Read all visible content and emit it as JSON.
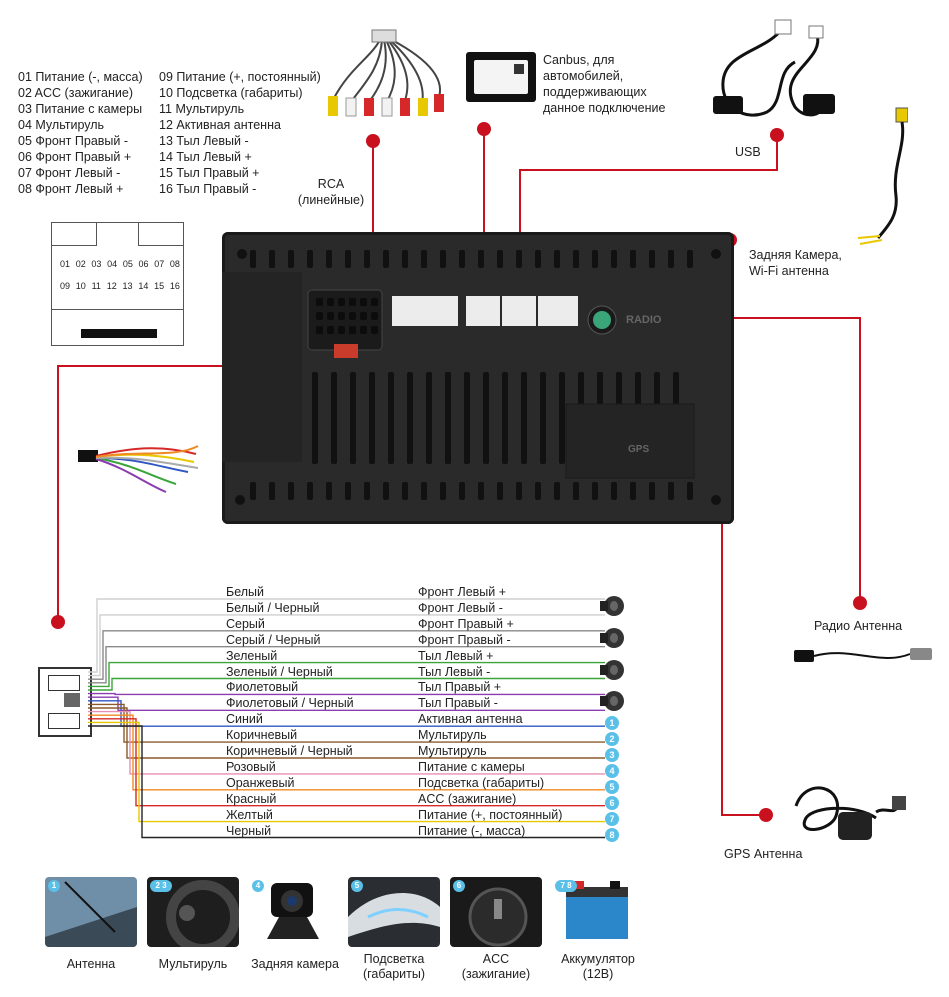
{
  "pins_left": [
    "01 Питание (-, масса)",
    "02 ACC (зажигание)",
    "03 Питание с камеры",
    "04 Мультируль",
    "05 Фронт Правый -",
    "06 Фронт Правый +",
    "07 Фронт Левый -",
    "08 Фронт Левый +"
  ],
  "pins_right": [
    "09 Питание (+, постоянный)",
    "10 Подсветка (габариты)",
    "11 Мультируль",
    "12 Активная антенна",
    "13 Тыл Левый -",
    "14 Тыл Левый +",
    "15 Тыл Правый +",
    "16 Тыл Правый -"
  ],
  "connector": {
    "row1": [
      "01",
      "02",
      "03",
      "04",
      "05",
      "06",
      "07",
      "08"
    ],
    "row2": [
      "09",
      "10",
      "11",
      "12",
      "13",
      "14",
      "15",
      "16"
    ]
  },
  "labels": {
    "rca_line1": "RCA",
    "rca_line2": "(линейные)",
    "canbus_line1": "Canbus, для",
    "canbus_line2": "автомобилей,",
    "canbus_line3": "поддерживающих",
    "canbus_line4": "данное подключение",
    "usb": "USB",
    "rear_cam_line1": "Задняя Камера,",
    "rear_cam_line2": "Wi-Fi антенна",
    "radio_antenna": "Радио Антенна",
    "gps_antenna": "GPS Антенна",
    "radio_mark": "RADIO",
    "gps_mark": "GPS"
  },
  "wires": [
    {
      "name": "Белый",
      "func": "Фронт Левый +",
      "color": "#cfcfcf",
      "marker": "speaker"
    },
    {
      "name": "Белый / Черный",
      "func": "Фронт Левый -",
      "color": "#cfcfcf",
      "marker": "speaker"
    },
    {
      "name": "Серый",
      "func": "Фронт Правый +",
      "color": "#8a8a8a",
      "marker": "speaker"
    },
    {
      "name": "Серый / Черный",
      "func": "Фронт Правый -",
      "color": "#8a8a8a",
      "marker": "speaker"
    },
    {
      "name": "Зеленый",
      "func": "Тыл Левый +",
      "color": "#3aa53a",
      "marker": "speaker"
    },
    {
      "name": "Зеленый / Черный",
      "func": "Тыл Левый -",
      "color": "#3aa53a",
      "marker": "speaker"
    },
    {
      "name": "Фиолетовый",
      "func": "Тыл Правый +",
      "color": "#8a3cb0",
      "marker": "speaker"
    },
    {
      "name": "Фиолетовый / Черный",
      "func": "Тыл Правый -",
      "color": "#8a3cb0",
      "marker": "speaker"
    },
    {
      "name": "Синий",
      "func": "Активная антенна",
      "color": "#2f57c4",
      "marker": "1"
    },
    {
      "name": "Коричневый",
      "func": "Мультируль",
      "color": "#8b5a2b",
      "marker": "2"
    },
    {
      "name": "Коричневый / Черный",
      "func": "Мультируль",
      "color": "#8b5a2b",
      "marker": "3"
    },
    {
      "name": "Розовый",
      "func": "Питание с камеры",
      "color": "#e88fb4",
      "marker": "4"
    },
    {
      "name": "Оранжевый",
      "func": "Подсветка (габариты)",
      "color": "#f08a24",
      "marker": "5"
    },
    {
      "name": "Красный",
      "func": "ACC (зажигание)",
      "color": "#d62828",
      "marker": "6"
    },
    {
      "name": "Желтый",
      "func": "Питание (+, постоянный)",
      "color": "#e8c800",
      "marker": "7"
    },
    {
      "name": "Черный",
      "func": "Питание (-, масса)",
      "color": "#222222",
      "marker": "8"
    }
  ],
  "bottom_items": [
    {
      "badge": "1",
      "caption": "Антенна"
    },
    {
      "badge": "2 3",
      "caption": "Мультируль"
    },
    {
      "badge": "4",
      "caption": "Задняя камера"
    },
    {
      "badge": "5",
      "caption": "Подсветка\n(габариты)"
    },
    {
      "badge": "6",
      "caption": "ACC\n(зажигание)"
    },
    {
      "badge": "7 8",
      "caption": "Аккумулятор\n(12В)"
    }
  ],
  "colors": {
    "accent_red": "#c8101e",
    "number_blue": "#5bc0e8",
    "unit_body": "#2a2a2a"
  }
}
